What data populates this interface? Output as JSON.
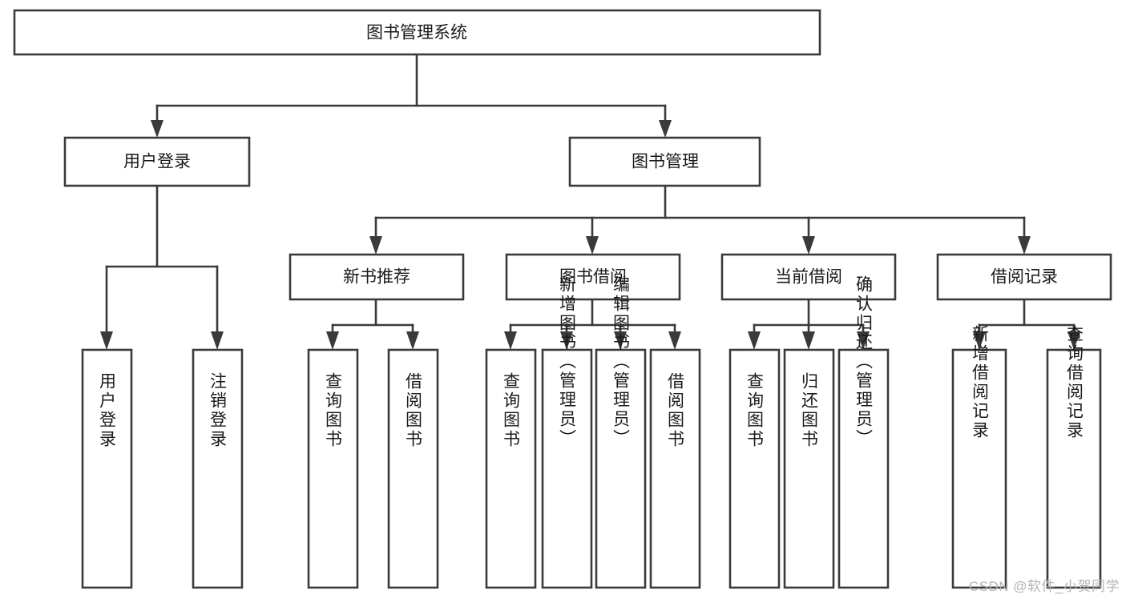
{
  "diagram": {
    "title": "图书管理系统",
    "type": "tree-hierarchy",
    "orientation": "top-down",
    "colors": {
      "box_fill": "#ffffff",
      "box_stroke": "#3a3a3a",
      "text": "#1a1a1a",
      "background": "#ffffff",
      "watermark": "#b4b4b4"
    },
    "levels": {
      "root": "图书管理系统",
      "level2": [
        "用户登录",
        "图书管理"
      ],
      "level3": [
        "新书推荐",
        "图书借阅",
        "当前借阅",
        "借阅记录"
      ]
    },
    "nodes": {
      "root": {
        "label": "图书管理系统",
        "orientation": "horizontal"
      },
      "user_login": {
        "label": "用户登录",
        "orientation": "horizontal"
      },
      "book_manage": {
        "label": "图书管理",
        "orientation": "horizontal"
      },
      "new_book_rec": {
        "label": "新书推荐",
        "orientation": "horizontal"
      },
      "book_borrow": {
        "label": "图书借阅",
        "orientation": "horizontal"
      },
      "current_borrow": {
        "label": "当前借阅",
        "orientation": "horizontal"
      },
      "borrow_record": {
        "label": "借阅记录",
        "orientation": "horizontal"
      },
      "leaf_user_login": {
        "label": "用户登录",
        "orientation": "vertical"
      },
      "leaf_logout": {
        "label": "注销登录",
        "orientation": "vertical"
      },
      "leaf_query_book_1": {
        "label": "查询图书",
        "orientation": "vertical"
      },
      "leaf_borrow_book_1": {
        "label": "借阅图书",
        "orientation": "vertical"
      },
      "leaf_query_book_2": {
        "label": "查询图书",
        "orientation": "vertical"
      },
      "leaf_add_book": {
        "label": "新增图书（管理员）",
        "orientation": "vertical"
      },
      "leaf_edit_book": {
        "label": "编辑图书（管理员）",
        "orientation": "vertical"
      },
      "leaf_borrow_book_2": {
        "label": "借阅图书",
        "orientation": "vertical"
      },
      "leaf_query_book_3": {
        "label": "查询图书",
        "orientation": "vertical"
      },
      "leaf_return_book": {
        "label": "归还图书",
        "orientation": "vertical"
      },
      "leaf_confirm_return": {
        "label": "确认归还（管理员）",
        "orientation": "vertical"
      },
      "leaf_add_record": {
        "label": "新增借阅记录",
        "orientation": "vertical"
      },
      "leaf_query_record": {
        "label": "查询借阅记录",
        "orientation": "vertical"
      }
    },
    "edges": [
      {
        "from": "图书管理系统",
        "to": "用户登录"
      },
      {
        "from": "图书管理系统",
        "to": "图书管理"
      },
      {
        "from": "用户登录",
        "to": "用户登录"
      },
      {
        "from": "用户登录",
        "to": "注销登录"
      },
      {
        "from": "图书管理",
        "to": "新书推荐"
      },
      {
        "from": "图书管理",
        "to": "图书借阅"
      },
      {
        "from": "图书管理",
        "to": "当前借阅"
      },
      {
        "from": "图书管理",
        "to": "借阅记录"
      },
      {
        "from": "新书推荐",
        "to": "查询图书"
      },
      {
        "from": "新书推荐",
        "to": "借阅图书"
      },
      {
        "from": "图书借阅",
        "to": "查询图书"
      },
      {
        "from": "图书借阅",
        "to": "新增图书（管理员）"
      },
      {
        "from": "图书借阅",
        "to": "编辑图书（管理员）"
      },
      {
        "from": "图书借阅",
        "to": "借阅图书"
      },
      {
        "from": "当前借阅",
        "to": "查询图书"
      },
      {
        "from": "当前借阅",
        "to": "归还图书"
      },
      {
        "from": "当前借阅",
        "to": "确认归还（管理员）"
      },
      {
        "from": "借阅记录",
        "to": "新增借阅记录"
      },
      {
        "from": "借阅记录",
        "to": "查询借阅记录"
      }
    ]
  },
  "watermark": {
    "text": "CSDN @软件_小贺同学"
  }
}
